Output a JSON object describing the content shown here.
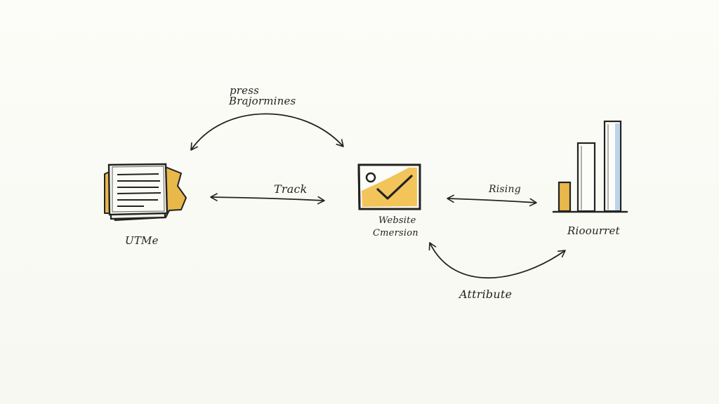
{
  "diagram": {
    "nodes": [
      {
        "id": "document",
        "label": "UTMe",
        "icon": "document-stack-icon",
        "accent": "#e8b84a"
      },
      {
        "id": "website-conversion",
        "label_line1": "Website",
        "label_line2": "Cmersion",
        "icon": "checked-screen-icon",
        "accent": "#f2c45a"
      },
      {
        "id": "report",
        "label": "Rioourret",
        "icon": "bar-chart-icon",
        "accent": "#e8b84a",
        "highlight": "#bcd3ea"
      }
    ],
    "edges": [
      {
        "id": "top-arc",
        "label_line1": "press",
        "label_line2": "Brajormines",
        "from": "document",
        "to": "website-conversion"
      },
      {
        "id": "track",
        "label": "Track",
        "from": "document",
        "to": "website-conversion"
      },
      {
        "id": "rising",
        "label": "Rising",
        "from": "website-conversion",
        "to": "report"
      },
      {
        "id": "attribute",
        "label": "Attribute",
        "from": "website-conversion",
        "to": "report"
      }
    ]
  }
}
